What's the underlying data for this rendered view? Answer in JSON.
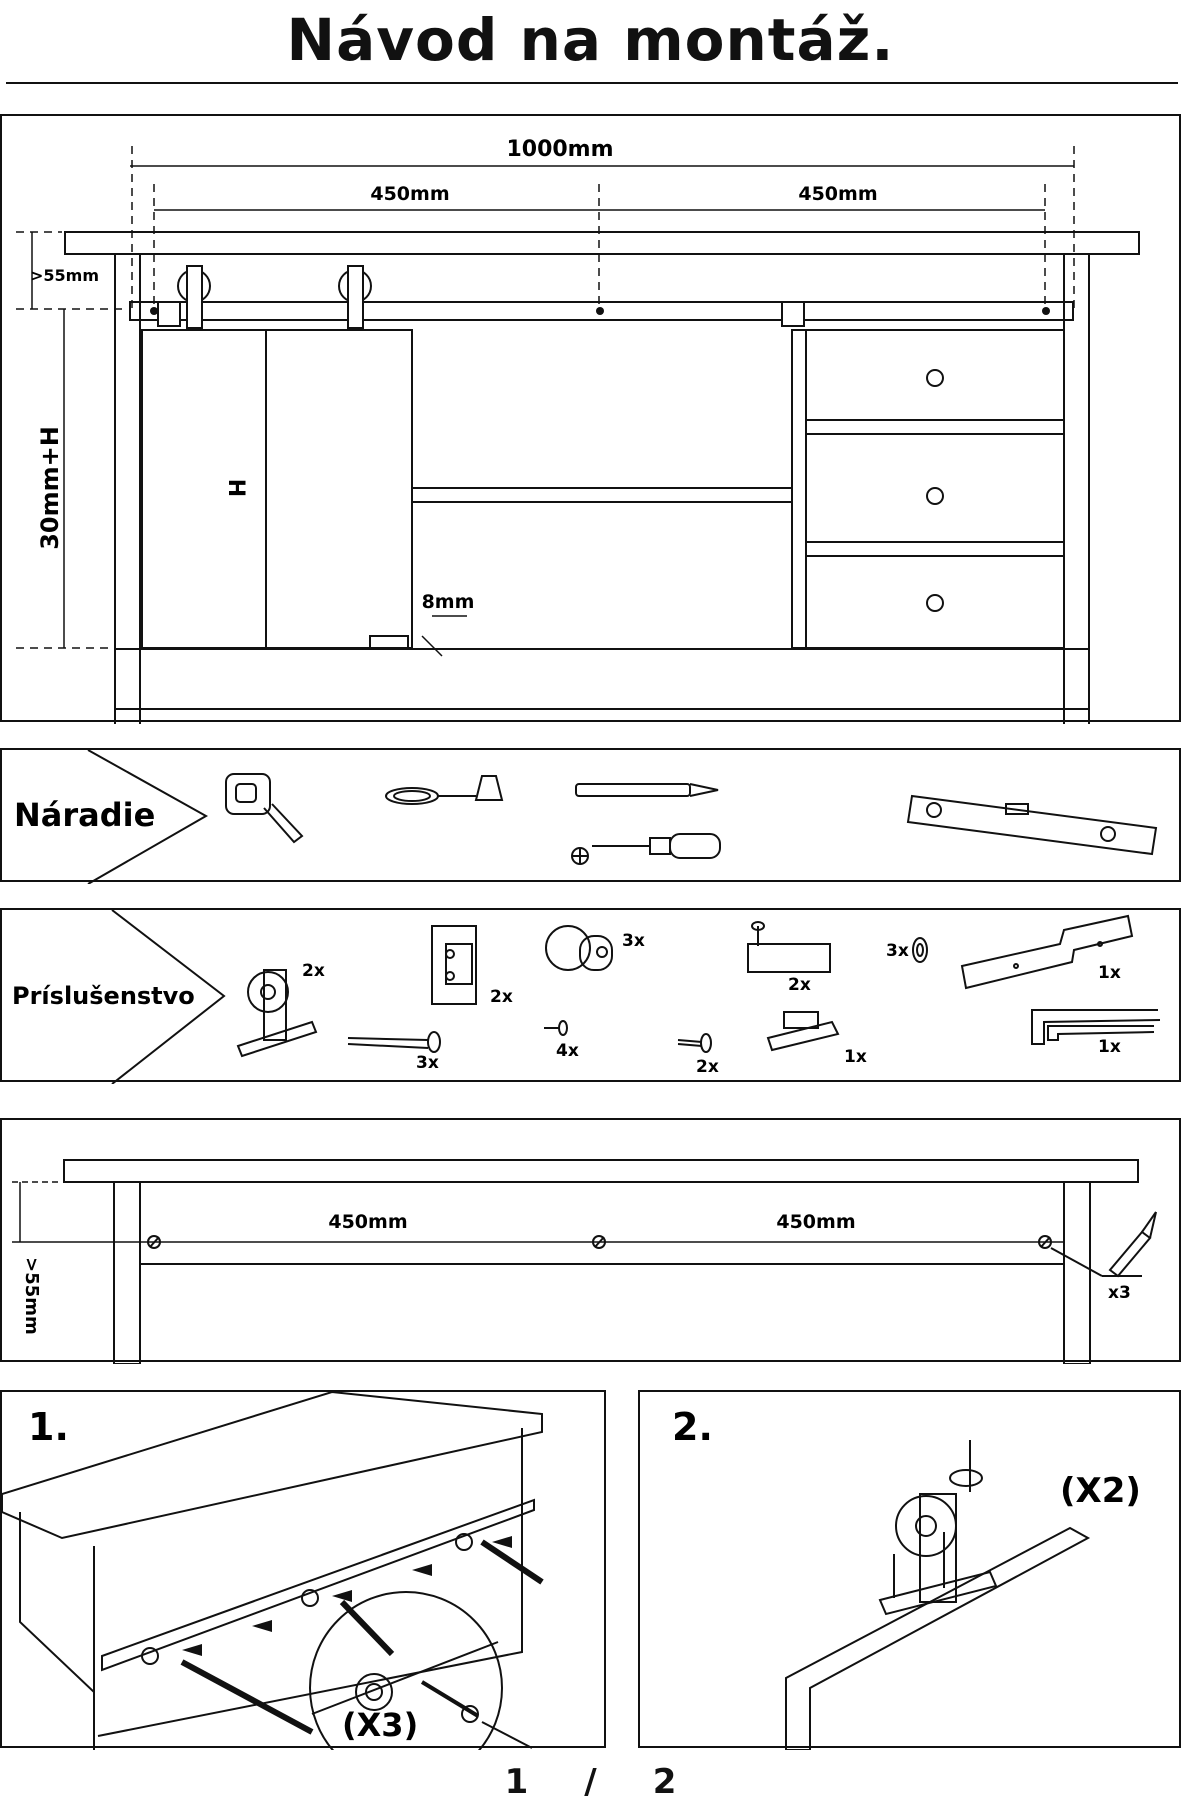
{
  "title": "Návod na montáž.",
  "overview": {
    "total_width": "1000mm",
    "spacing_left": "450mm",
    "spacing_right": "450mm",
    "top_gap": ">55mm",
    "height_label": "30mm+H",
    "door_height": "H",
    "floor_gap": "8mm"
  },
  "tools": {
    "label": "Náradie",
    "items": [
      "measuring-tape-icon",
      "chalk-line-icon",
      "pencil-icon",
      "screwdriver-icon",
      "spirit-level-icon"
    ]
  },
  "accessories": {
    "label": "Príslušenstvo",
    "hanger_qty": "2x",
    "stopper_qty": "2x",
    "spacer_qty": "3x",
    "long_bolt_qty": "3x",
    "small_screw_qty": "4x",
    "screw_qty": "2x",
    "anti_jump_qty": "2x",
    "washer_qty": "3x",
    "rail_qty": "1x",
    "guide_qty": "1x",
    "hex_key_qty": "1x"
  },
  "marking": {
    "spacing_left": "450mm",
    "spacing_right": "450mm",
    "top_gap": ">55mm",
    "count": "x3"
  },
  "step1": {
    "number": "1.",
    "multiplier": "(X3)"
  },
  "step2": {
    "number": "2.",
    "multiplier": "(X2)"
  },
  "pagination": {
    "current": "1",
    "separator": "/",
    "total": "2"
  }
}
